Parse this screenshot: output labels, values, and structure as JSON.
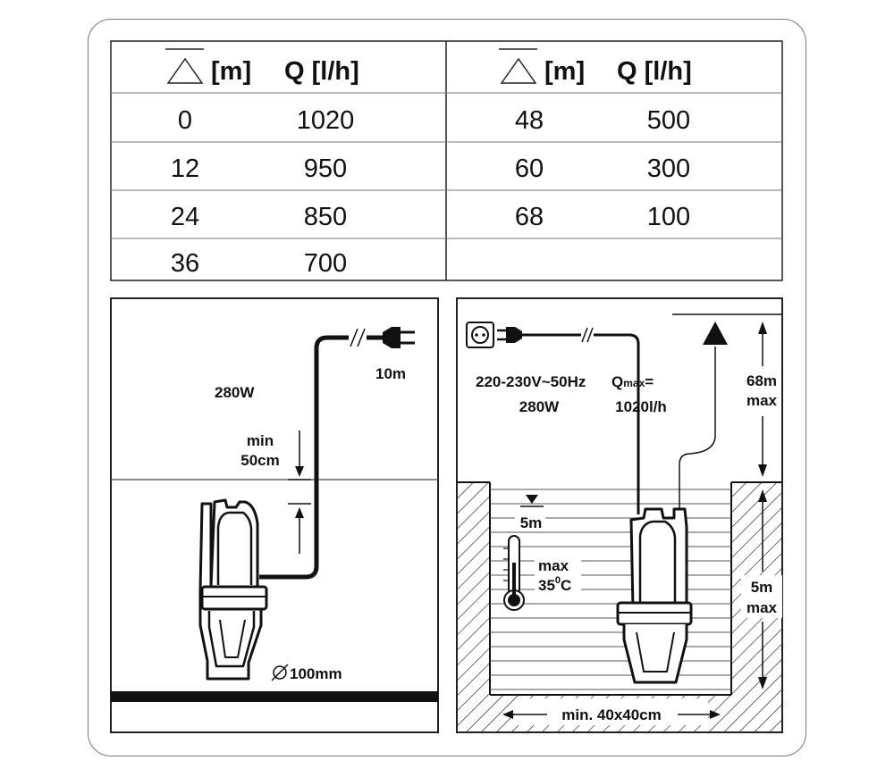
{
  "table": {
    "left_header": {
      "height_unit": "[m]",
      "flow": "Q [l/h]"
    },
    "right_header": {
      "height_unit": "[m]",
      "flow": "Q [l/h]"
    },
    "left_rows": [
      {
        "h": "0",
        "q": "1020"
      },
      {
        "h": "12",
        "q": "950"
      },
      {
        "h": "24",
        "q": "850"
      },
      {
        "h": "36",
        "q": "700"
      }
    ],
    "right_rows": [
      {
        "h": "48",
        "q": "500"
      },
      {
        "h": "60",
        "q": "300"
      },
      {
        "h": "68",
        "q": "100"
      }
    ]
  },
  "left_panel": {
    "power": "280W",
    "cable_length": "10m",
    "min_depth_line1": "min",
    "min_depth_line2": "50cm",
    "diameter": "100mm"
  },
  "right_panel": {
    "voltage": "220-230V~50Hz",
    "power": "280W",
    "qmax_label": "Q",
    "qmax_sub": "max",
    "qmax_eq": "=",
    "qmax_value": "1020l/h",
    "depth_below_water": "5m",
    "temp_max": "max",
    "temp_value": "35",
    "temp_unit": "C",
    "lift_height_value": "68m",
    "lift_height_max": "max",
    "well_depth_value": "5m",
    "well_depth_max": "max",
    "well_size": "min. 40x40cm"
  }
}
